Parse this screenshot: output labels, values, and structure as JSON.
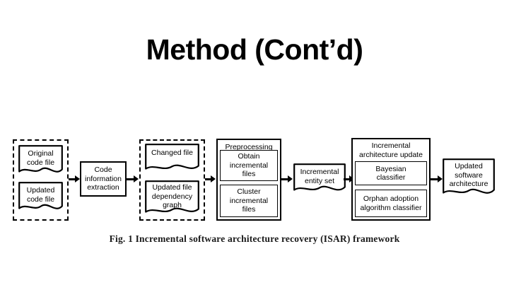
{
  "slide": {
    "title": "Method (Cont’d)",
    "caption": "Fig. 1  Incremental software architecture recovery (ISAR) framework",
    "background_color": "#ffffff",
    "line_color": "#000000"
  },
  "figure": {
    "stage1": {
      "group_name": "input-code-files-group",
      "border_style": "dashed",
      "documents": [
        {
          "label": "Original\ncode file",
          "line1": "Original",
          "line2": "code file"
        },
        {
          "label": "Updated\ncode file",
          "line1": "Updated",
          "line2": "code file"
        }
      ]
    },
    "stage2": {
      "label": "Code\ninformation\nextraction",
      "line1": "Code",
      "line2": "information",
      "line3": "extraction"
    },
    "stage3": {
      "group_name": "changed-artifacts-group",
      "border_style": "dashed",
      "documents": [
        {
          "line1": "Changed file",
          "line2": "",
          "line3": ""
        },
        {
          "line1": "Updated file",
          "line2": "dependency",
          "line3": "graph"
        }
      ]
    },
    "stage4": {
      "title": "Preprocessing",
      "sub_boxes": [
        {
          "line1": "Obtain",
          "line2": "incremental",
          "line3": "files"
        },
        {
          "line1": "Cluster",
          "line2": "incremental",
          "line3": "files"
        }
      ]
    },
    "stage5": {
      "line1": "Incremental",
      "line2": "entity set"
    },
    "stage6": {
      "title_line1": "Incremental",
      "title_line2": "architecture update",
      "sub_boxes": [
        {
          "line1": "Bayesian",
          "line2": "classifier"
        },
        {
          "line1": "Orphan adoption",
          "line2": "algorithm classifier"
        }
      ]
    },
    "stage7": {
      "line1": "Updated",
      "line2": "software",
      "line3": "architecture"
    },
    "arrows": [
      {
        "name": "arrow-inputs-to-extraction"
      },
      {
        "name": "arrow-extraction-to-changed"
      },
      {
        "name": "arrow-changed-to-preprocessing"
      },
      {
        "name": "arrow-preprocessing-to-entityset"
      },
      {
        "name": "arrow-entityset-to-archupdate"
      },
      {
        "name": "arrow-archupdate-to-output"
      }
    ]
  }
}
